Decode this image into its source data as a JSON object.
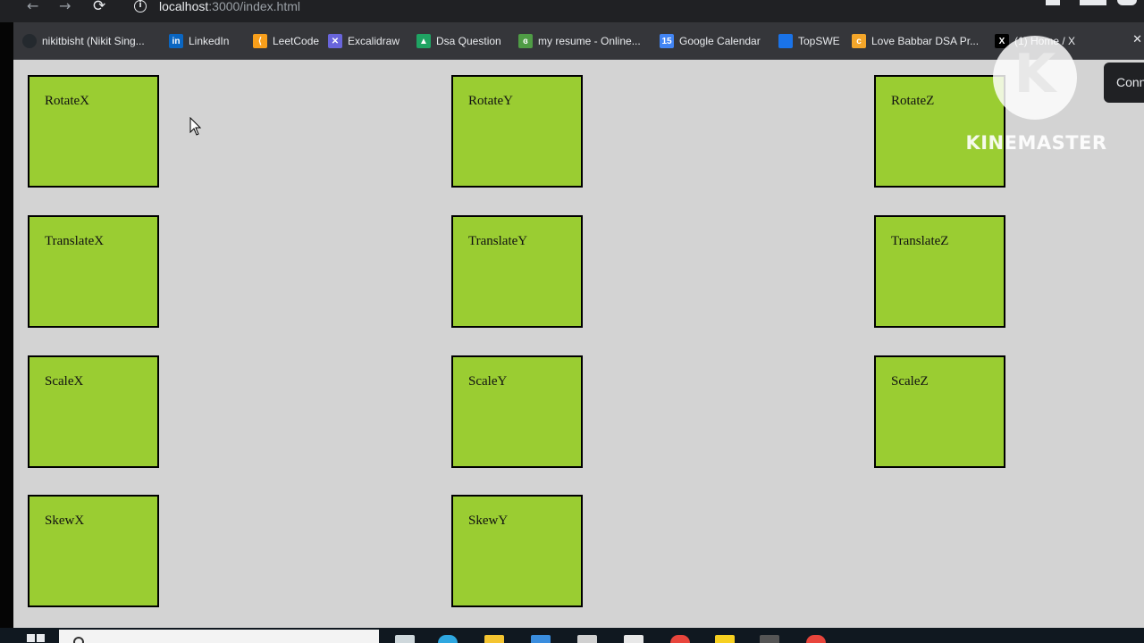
{
  "browser": {
    "url_host": "localhost",
    "url_path": ":3000/index.html",
    "nav": {
      "back": "←",
      "forward": "→",
      "reload": "⟳"
    },
    "info_glyph": "i"
  },
  "bookmarks": [
    {
      "label": "nikitbisht (Nikit Sing...",
      "icon": "github-icon",
      "color": "#24292e"
    },
    {
      "label": "LinkedIn",
      "icon": "linkedin-icon",
      "glyph": "in",
      "color": "#0a66c2"
    },
    {
      "label": "LeetCode",
      "icon": "leetcode-icon",
      "glyph": "⟨",
      "color": "#f89f1b"
    },
    {
      "label": "Excalidraw",
      "icon": "excalidraw-icon",
      "glyph": "✕",
      "color": "#6965db"
    },
    {
      "label": "Dsa Question",
      "icon": "google-drive-icon",
      "glyph": "▲",
      "color": "#1fa463"
    },
    {
      "label": "my resume - Online...",
      "icon": "overleaf-icon",
      "glyph": "ɞ",
      "color": "#4f9c45"
    },
    {
      "label": "Google Calendar",
      "icon": "google-calendar-icon",
      "glyph": "15",
      "color": "#4285f4"
    },
    {
      "label": "TopSWE",
      "icon": "topswe-icon",
      "glyph": "",
      "color": "#1a73e8"
    },
    {
      "label": "Love Babbar DSA Pr...",
      "icon": "love-babbar-icon",
      "glyph": "c",
      "color": "#f4a62a"
    },
    {
      "label": "(1) Home / X",
      "icon": "x-icon",
      "glyph": "X",
      "color": "#000000"
    }
  ],
  "boxes": [
    {
      "label": "RotateX"
    },
    {
      "label": "RotateY"
    },
    {
      "label": "RotateZ"
    },
    {
      "label": "TranslateX"
    },
    {
      "label": "TranslateY"
    },
    {
      "label": "TranslateZ"
    },
    {
      "label": "ScaleX"
    },
    {
      "label": "ScaleY"
    },
    {
      "label": "ScaleZ"
    },
    {
      "label": "SkewX"
    },
    {
      "label": "SkewY"
    }
  ],
  "overlay": {
    "tooltip_text": "Conn",
    "watermark_letter": "K",
    "watermark_text": "KINEMASTER"
  },
  "colors": {
    "box_fill": "#9acd32",
    "page_bg": "#d3d3d3",
    "chrome_bg": "#35363a"
  },
  "taskbar": {
    "apps": [
      {
        "icon": "task-view-icon",
        "color": "#cfd8dc"
      },
      {
        "icon": "edge-icon",
        "color": "#2ea7e0"
      },
      {
        "icon": "file-explorer-icon",
        "color": "#f4c430"
      },
      {
        "icon": "store-icon",
        "color": "#3a8dde"
      },
      {
        "icon": "mail-icon",
        "color": "#d0d0d0"
      },
      {
        "icon": "paint-icon",
        "color": "#e8e8e8"
      },
      {
        "icon": "chrome-icon",
        "color": "#e8453c"
      },
      {
        "icon": "notes-icon",
        "color": "#f7d020"
      },
      {
        "icon": "terminal-icon",
        "color": "#555555"
      },
      {
        "icon": "chrome-active-icon",
        "color": "#e8453c"
      }
    ]
  }
}
